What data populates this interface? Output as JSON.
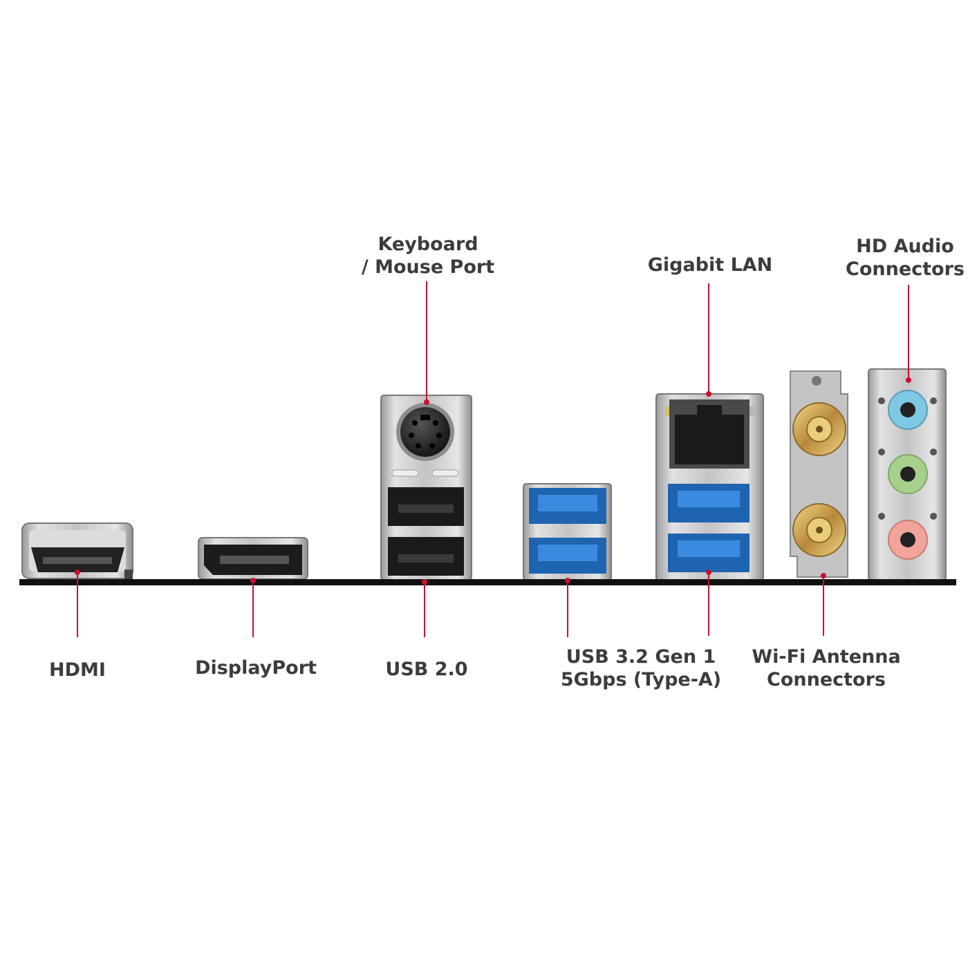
{
  "colors": {
    "background": "#ffffff",
    "label_text": "#3c3c3c",
    "leader_line": "#c8102e",
    "baseline": "#111111",
    "metal": "#c9c9c9",
    "usb3_blue": "#2a78c8",
    "usb2_black": "#1a1a1a",
    "gold": "#c9a24a",
    "audio_blue": "#7ec8e3",
    "audio_green": "#a7d08c",
    "audio_pink": "#f0a49a"
  },
  "labels": {
    "keyboard_mouse": [
      "Keyboard",
      "/ Mouse Port"
    ],
    "gigabit_lan": [
      "Gigabit LAN"
    ],
    "hd_audio": [
      "HD Audio",
      "Connectors"
    ],
    "hdmi": [
      "HDMI"
    ],
    "displayport": [
      "DisplayPort"
    ],
    "usb2": [
      "USB 2.0"
    ],
    "usb3": [
      "USB 3.2 Gen 1",
      "5Gbps (Type-A)"
    ],
    "wifi_antenna": [
      "Wi-Fi Antenna",
      "Connectors"
    ]
  }
}
